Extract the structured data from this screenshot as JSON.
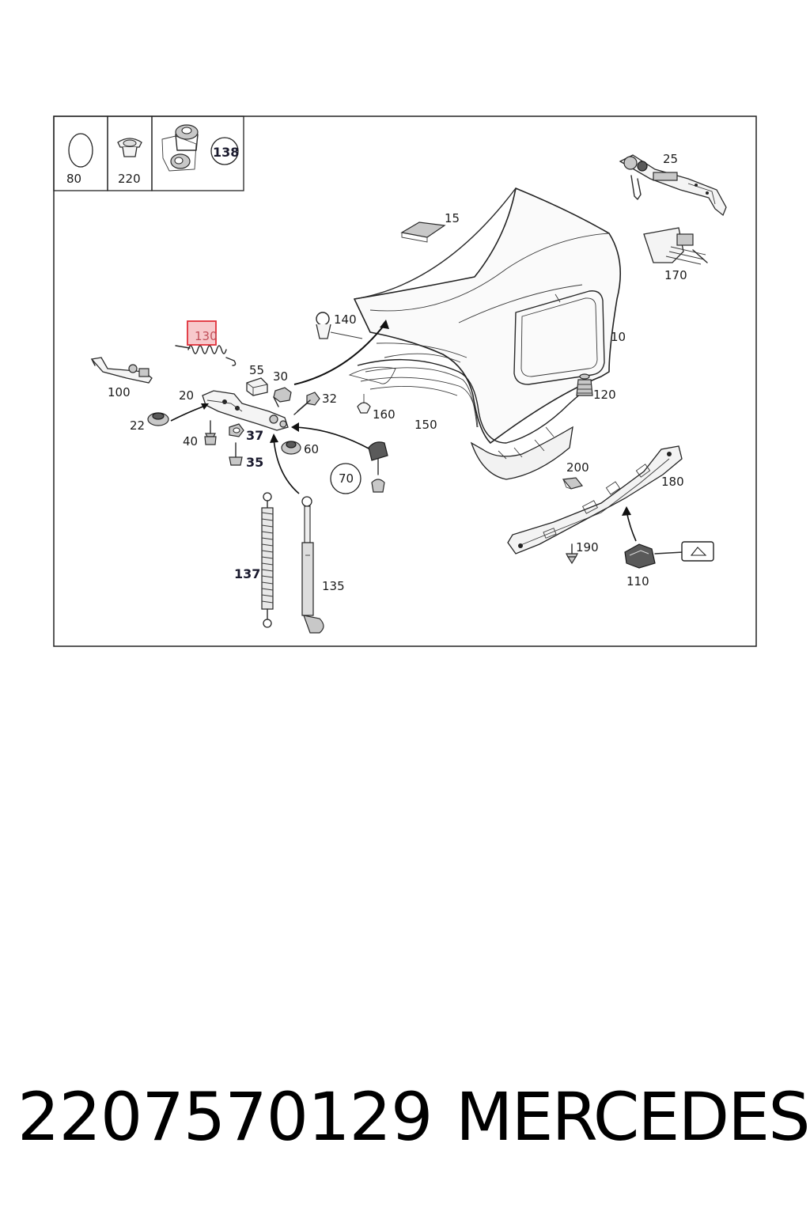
{
  "diagram": {
    "inset_labels": [
      "80",
      "220",
      "138"
    ],
    "callouts": {
      "c10": "10",
      "c15": "15",
      "c20": "20",
      "c22": "22",
      "c25": "25",
      "c30": "30",
      "c32": "32",
      "c35": "35",
      "c37": "37",
      "c40": "40",
      "c55": "55",
      "c60": "60",
      "c70": "70",
      "c100": "100",
      "c110": "110",
      "c120": "120",
      "c130": "130",
      "c135": "135",
      "c137": "137",
      "c140": "140",
      "c150": "150",
      "c160": "160",
      "c170": "170",
      "c180": "180",
      "c190": "190",
      "c200": "200"
    },
    "highlighted_callout": "130",
    "colors": {
      "highlight_border": "#e0303a",
      "highlight_fill": "#f7c9cc",
      "line": "#2a2a2a"
    }
  },
  "footer": {
    "part_number": "2207570129",
    "brand": "MERCEDES"
  }
}
